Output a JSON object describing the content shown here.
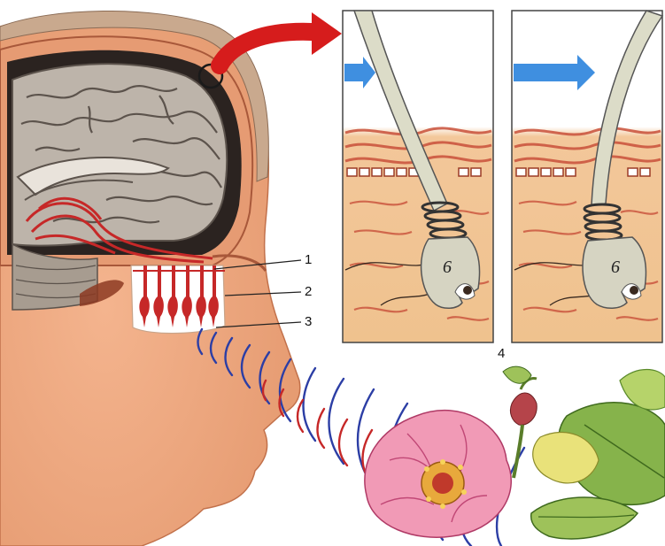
{
  "labels": {
    "l1": "1",
    "l2": "2",
    "l3": "3",
    "l4": "4",
    "b1": "6",
    "b2": "6"
  },
  "colors": {
    "skin": "#f1a780",
    "skin_dark": "#e08a61",
    "brain": "#b9b0a5",
    "brain_dark": "#6f665f",
    "arrow_red": "#d61c1c",
    "arrow_blue": "#3f8fe0",
    "wave_blue": "#2c3ea5",
    "wave_red": "#c62828",
    "tissue": "#f0c890",
    "hair": "#d8d4bf"
  }
}
